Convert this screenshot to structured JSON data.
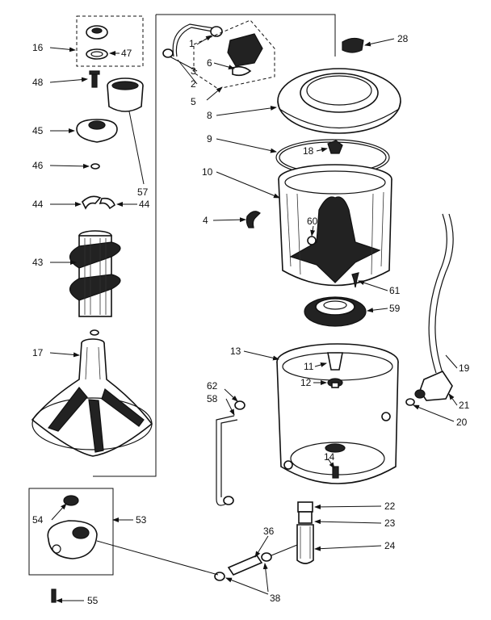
{
  "diagram": {
    "part_labels": {
      "p1": "1",
      "p2": "2",
      "p3": "3",
      "p4": "4",
      "p5": "5",
      "p6": "6",
      "p8": "8",
      "p9": "9",
      "p10": "10",
      "p11": "11",
      "p12": "12",
      "p13": "13",
      "p14": "14",
      "p16": "16",
      "p17": "17",
      "p18": "18",
      "p19": "19",
      "p20": "20",
      "p21": "21",
      "p22": "22",
      "p23": "23",
      "p24": "24",
      "p28": "28",
      "p36": "36",
      "p38": "38",
      "p43": "43",
      "p44a": "44",
      "p44b": "44",
      "p45": "45",
      "p46": "46",
      "p47": "47",
      "p48": "48",
      "p53": "53",
      "p54": "54",
      "p55": "55",
      "p57": "57",
      "p58": "58",
      "p59": "59",
      "p60": "60",
      "p61": "61",
      "p62": "62"
    }
  }
}
